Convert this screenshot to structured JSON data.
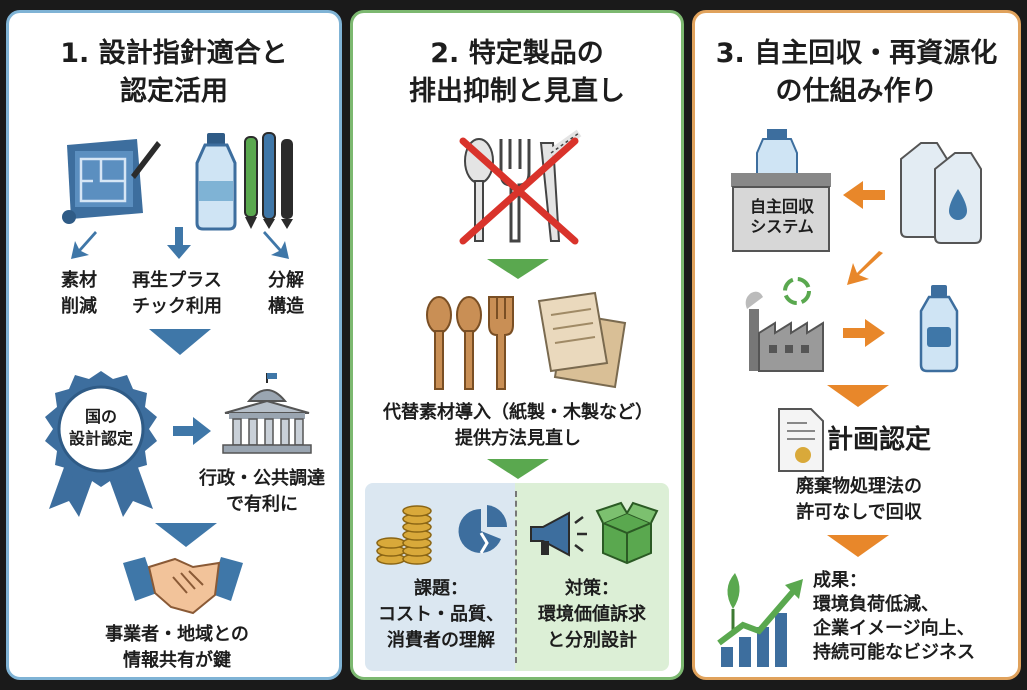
{
  "panel1": {
    "title_line1": "1. 設計指針適合と",
    "title_line2": "認定活用",
    "item_a_line1": "素材",
    "item_a_line2": "削減",
    "item_b_line1": "再生プラス",
    "item_b_line2": "チック利用",
    "item_c_line1": "分解",
    "item_c_line2": "構造",
    "badge_line1": "国の",
    "badge_line2": "設計認定",
    "gov_line1": "行政・公共調達",
    "gov_line2": "で有利に",
    "bottom_line1": "事業者・地域との",
    "bottom_line2": "情報共有が鍵"
  },
  "panel2": {
    "title_line1": "2. 特定製品の",
    "title_line2": "排出抑制と見直し",
    "alt_line1": "代替素材導入（紙製・木製など）",
    "alt_line2": "提供方法見直し",
    "issue_line1": "課題：",
    "issue_line2": "コスト・品質、",
    "issue_line3": "消費者の理解",
    "measure_line1": "対策：",
    "measure_line2": "環境価値訴求",
    "measure_line3": "と分別設計"
  },
  "panel3": {
    "title_line1": "3. 自主回収・再資源化",
    "title_line2": "の仕組み作り",
    "box_line1": "自主回収",
    "box_line2": "システム",
    "cert_label": "計画認定",
    "waste_line1": "廃棄物処理法の",
    "waste_line2": "許可なしで回収",
    "result_line1": "成果：",
    "result_line2": "環境負荷低減、",
    "result_line3": "企業イメージ向上、",
    "result_line4": "持続可能なビジネス"
  },
  "colors": {
    "panel1_border": "#7fb3d5",
    "panel2_border": "#7cb870",
    "panel3_border": "#e0a25c",
    "blue_arrow": "#3f77a8",
    "green_arrow": "#5aa84f",
    "orange_arrow": "#e8872a"
  },
  "icons": [
    "blueprint-icon",
    "bottle-icon",
    "pens-icon",
    "badge-icon",
    "government-building-icon",
    "handshake-icon",
    "crossed-cutlery-icon",
    "wooden-cutlery-icon",
    "paper-icon",
    "coins-icon",
    "broken-pie-icon",
    "megaphone-icon",
    "box-icon",
    "collection-box-icon",
    "refill-pouch-icon",
    "recycling-factory-icon",
    "bottle-icon",
    "certificate-icon",
    "growth-chart-icon"
  ]
}
